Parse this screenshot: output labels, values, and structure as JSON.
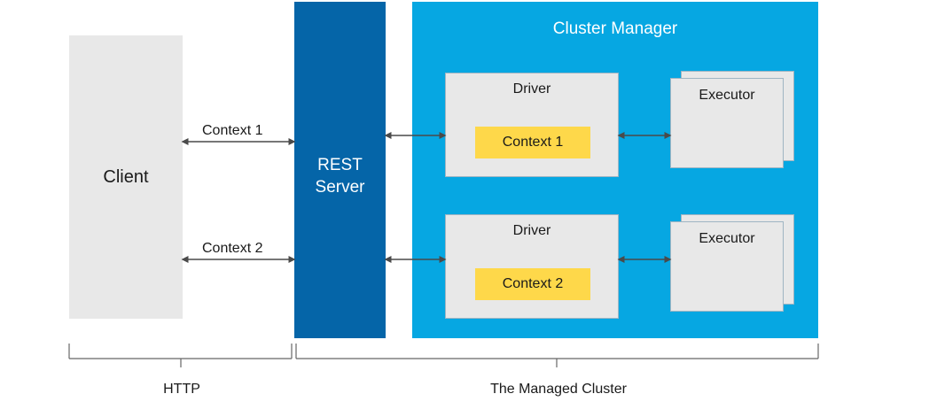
{
  "client": {
    "label": "Client"
  },
  "rest_server": {
    "label": "REST Server"
  },
  "cluster_manager": {
    "label": "Cluster Manager"
  },
  "connections": [
    {
      "label": "Context 1"
    },
    {
      "label": "Context 2"
    }
  ],
  "drivers": [
    {
      "label": "Driver",
      "context_label": "Context 1",
      "executor_label": "Executor"
    },
    {
      "label": "Driver",
      "context_label": "Context 2",
      "executor_label": "Executor"
    }
  ],
  "footer": {
    "http_label": "HTTP",
    "managed_cluster_label": "The Managed Cluster"
  },
  "colors": {
    "client": "#e8e8e8",
    "rest_server": "#0565a8",
    "cluster_manager": "#06a7e2",
    "driver": "#e8e8e8",
    "context": "#fed84a",
    "executor": "#e8e8e8",
    "arrow": "#4a4a4a"
  }
}
